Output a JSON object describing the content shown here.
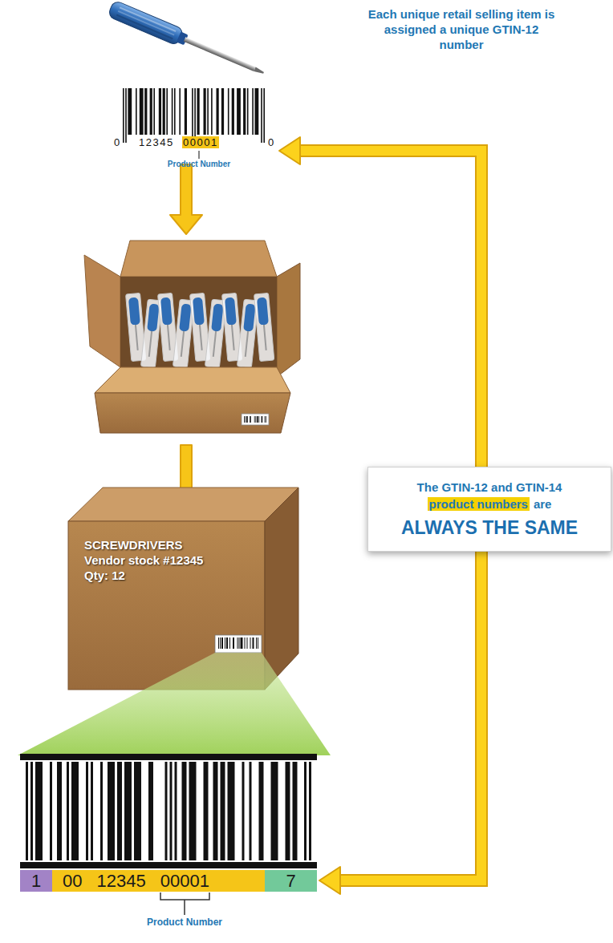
{
  "diagram": {
    "nodes": [
      {
        "text": [
          "0",
          "12345",
          "00001",
          "0"
        ]
      },
      {
        "text": [
          "SCREWDRIVERS",
          "Vendor stock #12345",
          "Qty: 12"
        ]
      },
      {
        "text": [
          "The GTIN-12 and GTIN-14",
          "product numbers",
          "are",
          "ALWAYS THE SAME"
        ]
      },
      {
        "text": [
          "1",
          "00 12345 00001",
          "7"
        ]
      }
    ],
    "edges": [
      {
        "from": 3,
        "to": 0,
        "arrow": "both"
      }
    ],
    "labels": [
      "Each unique retail selling item is assigned a unique GTIN-12 number",
      "Product Number",
      "Product Number"
    ]
  }
}
